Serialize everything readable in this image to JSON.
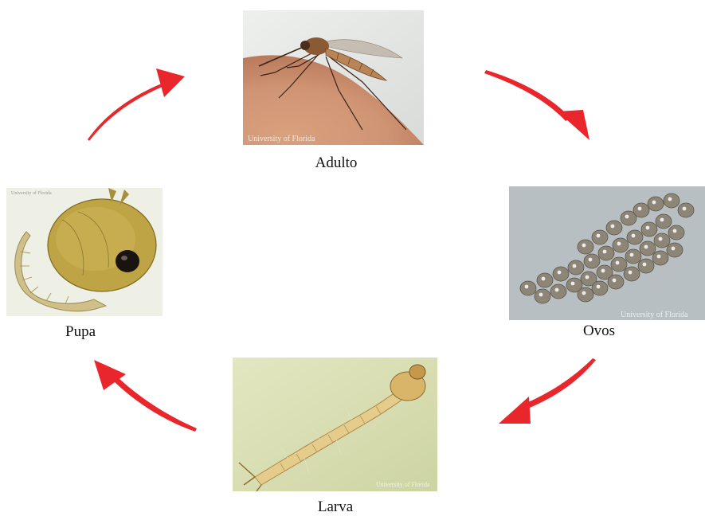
{
  "diagram": {
    "stages": [
      {
        "id": "adulto",
        "label": "Adulto",
        "photo_credit": "University of Florida"
      },
      {
        "id": "ovos",
        "label": "Ovos",
        "photo_credit": "University of Florida"
      },
      {
        "id": "larva",
        "label": "Larva",
        "photo_credit": "University of Florida"
      },
      {
        "id": "pupa",
        "label": "Pupa",
        "photo_credit": "University of Florida"
      }
    ],
    "cycle_order": [
      "adulto",
      "ovos",
      "larva",
      "pupa"
    ],
    "arrow_color": "#e8262b"
  }
}
